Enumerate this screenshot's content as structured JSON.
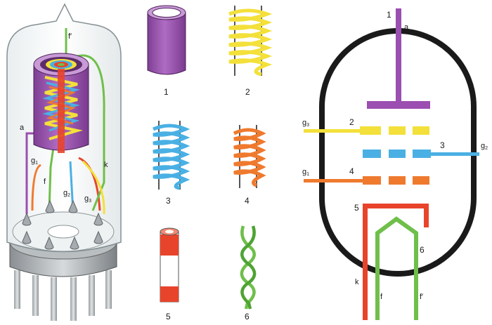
{
  "parts": {
    "anode_number": "1",
    "grid_g2_number": "2",
    "grid_g1_number": "3",
    "grid_g3_number": "4",
    "cathode_number": "5",
    "heater_number": "6"
  },
  "tube_labels": {
    "heater_top": "f′",
    "anode": "a",
    "g1_letter": "g",
    "g1_sub": "1",
    "k": "k",
    "f": "f",
    "g2_letter": "g",
    "g2_sub": "2",
    "g3_letter": "g",
    "g3_sub": "3"
  },
  "schematic_labels": {
    "anode_number": "1",
    "anode_letter": "a",
    "g3_letter": "g",
    "g3_sub": "3",
    "g3_number": "2",
    "g2_number": "3",
    "g2_letter": "g",
    "g2_sub": "2",
    "g1_letter": "g",
    "g1_sub": "1",
    "g1_number": "4",
    "cathode_number": "5",
    "heater_number": "6",
    "k": "k",
    "f": "f",
    "f_prime": "f′"
  },
  "colors": {
    "anode": "#9b4fb0",
    "grid_yellow": "#f3e03a",
    "grid_blue": "#4ab0e4",
    "grid_orange": "#ef7a2e",
    "cathode_red": "#e8442b",
    "heater_green": "#6fbf4a",
    "envelope": "#1a1a1a"
  }
}
